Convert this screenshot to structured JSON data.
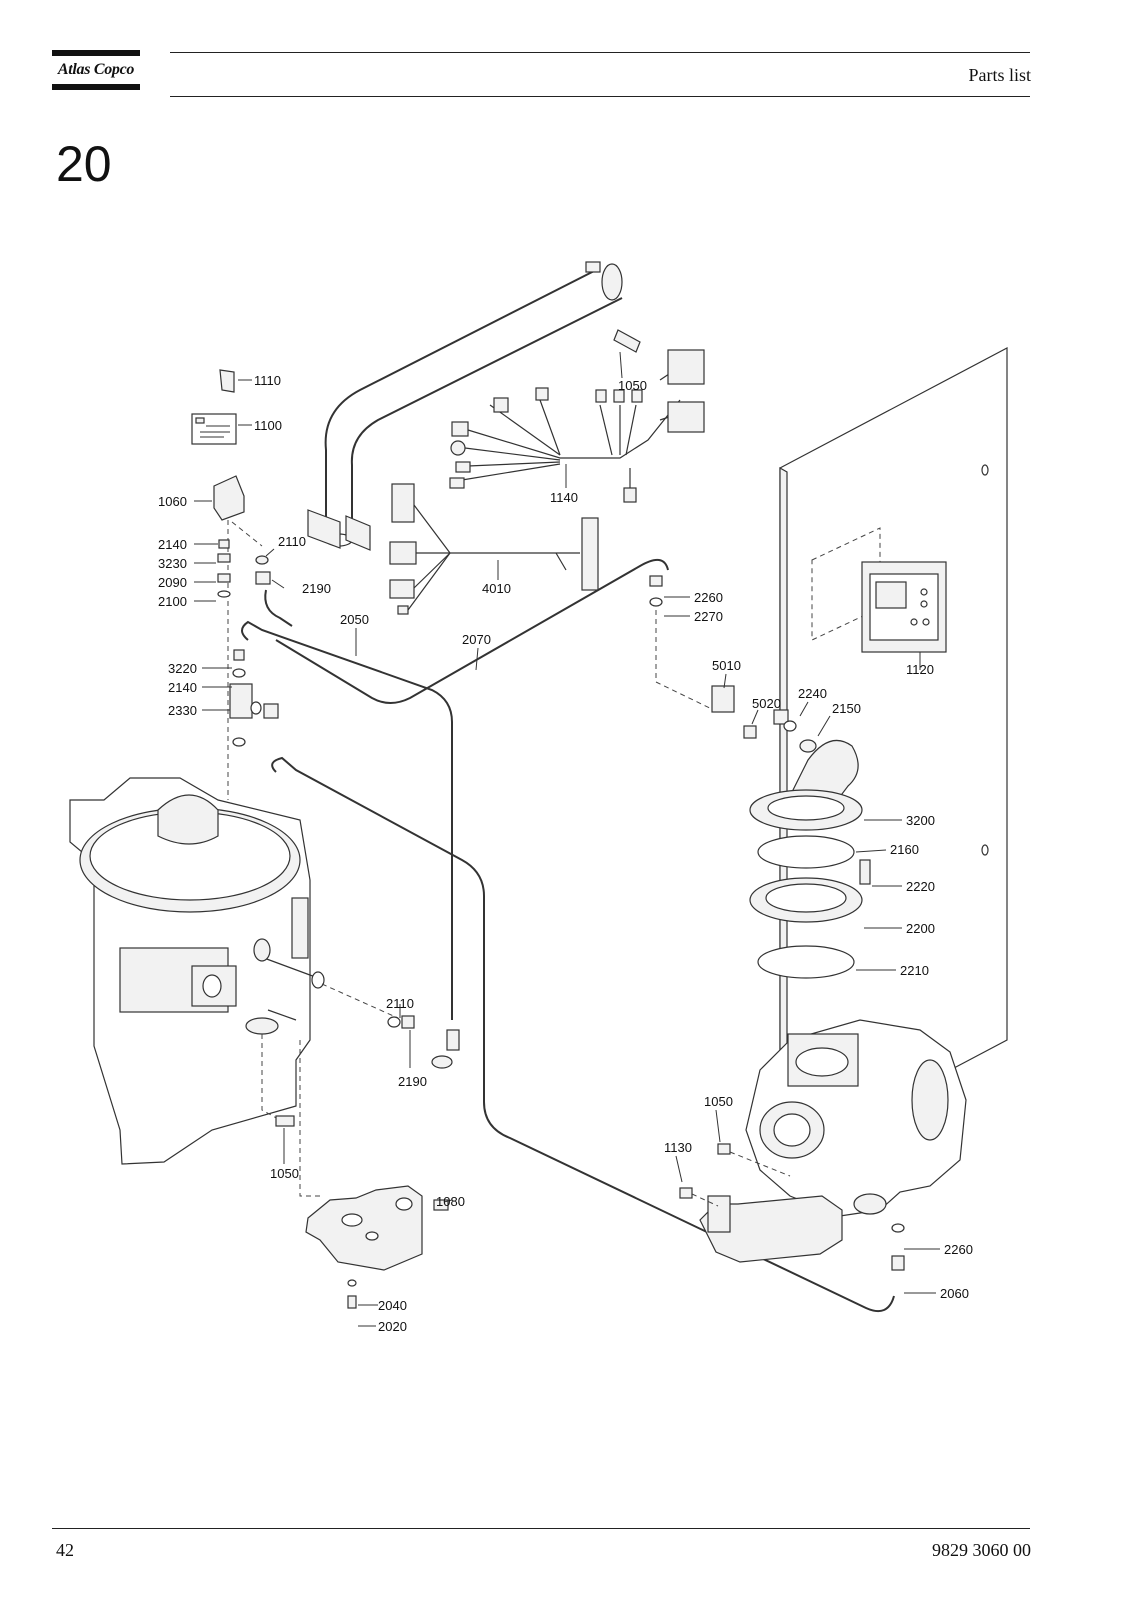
{
  "header": {
    "brand": "Atlas Copco",
    "title": "Parts list"
  },
  "section_number": "20",
  "callouts": {
    "c1110": "1110",
    "c1100": "1100",
    "c1050a": "1050",
    "c1140": "1140",
    "c1060": "1060",
    "c2140a": "2140",
    "c2110a": "2110",
    "c3230": "3230",
    "c2090": "2090",
    "c2190a": "2190",
    "c2100": "2100",
    "c4010": "4010",
    "c2050": "2050",
    "c2070": "2070",
    "c2260a": "2260",
    "c2270": "2270",
    "c3220": "3220",
    "c2140b": "2140",
    "c2330": "2330",
    "c5010": "5010",
    "c5020": "5020",
    "c2240": "2240",
    "c2150": "2150",
    "c1120": "1120",
    "c3200": "3200",
    "c2160": "2160",
    "c2220": "2220",
    "c2200": "2200",
    "c2210": "2210",
    "c2110b": "2110",
    "c2190b": "2190",
    "c1050b": "1050",
    "c1050c": "1050",
    "c1130": "1130",
    "c1080": "1080",
    "c2260b": "2260",
    "c2060": "2060",
    "c2040": "2040",
    "c2020": "2020"
  },
  "footer": {
    "page_number": "42",
    "doc_number": "9829 3060 00"
  }
}
